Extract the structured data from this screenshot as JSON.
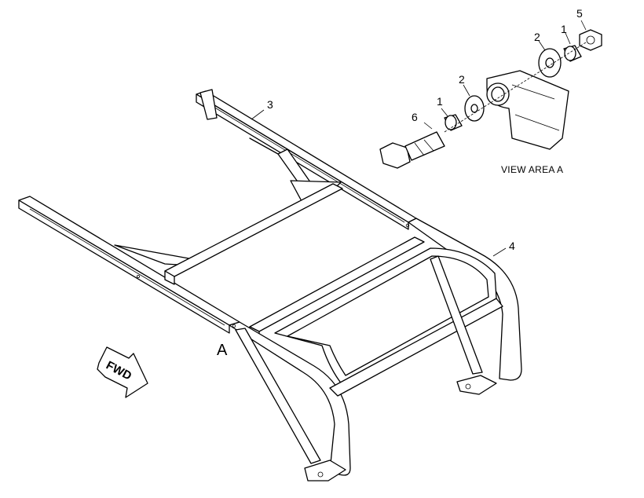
{
  "callouts": {
    "c1a": "1",
    "c1b": "1",
    "c2a": "2",
    "c2b": "2",
    "c3": "3",
    "c4": "4",
    "c5": "5",
    "c6": "6"
  },
  "view_marker": "A",
  "view_caption": "VIEW AREA A",
  "fwd_label": "FWD"
}
